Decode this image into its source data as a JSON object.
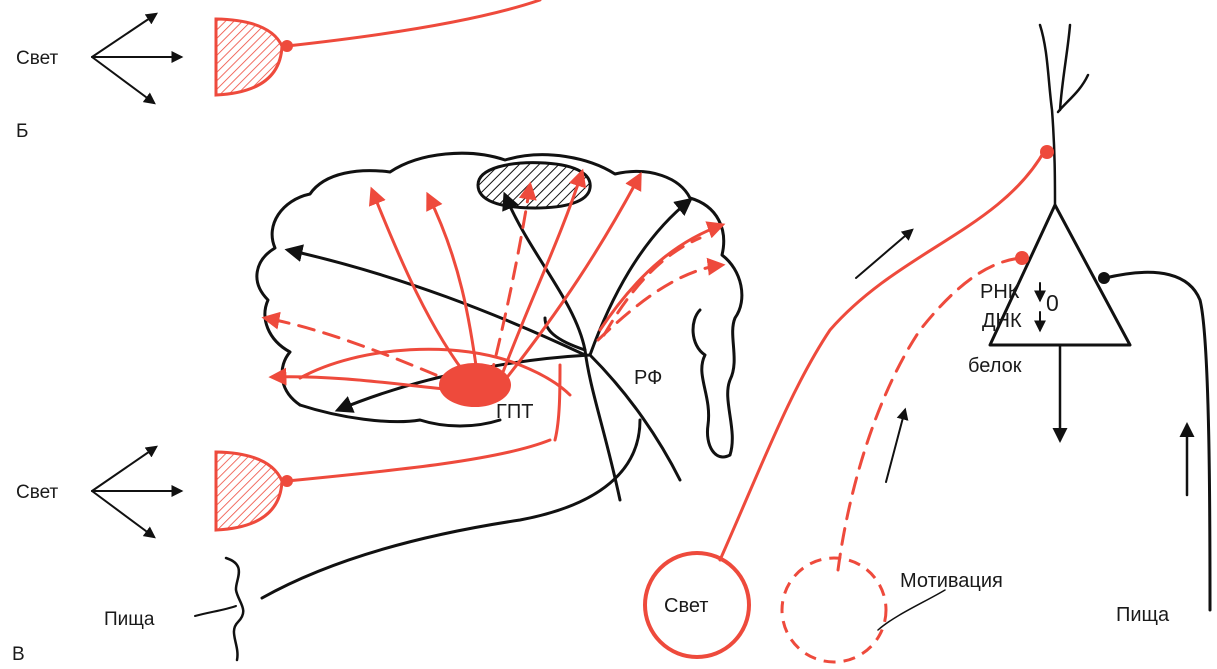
{
  "labels": {
    "svet_top": "Свет",
    "panel_b": "Б",
    "svet_mid": "Свет",
    "pischa_left": "Пища",
    "panel_v": "В",
    "rf": "РФ",
    "gpt": "ГПТ",
    "rnk": "РНК",
    "zero": "0",
    "dnk": "ДНК",
    "belok": "белок",
    "svet_circle": "Свет",
    "motivatsiya": "Мотивация",
    "pischa_right": "Пища"
  },
  "colors": {
    "red": "#ee4a3c",
    "black": "#111111"
  }
}
